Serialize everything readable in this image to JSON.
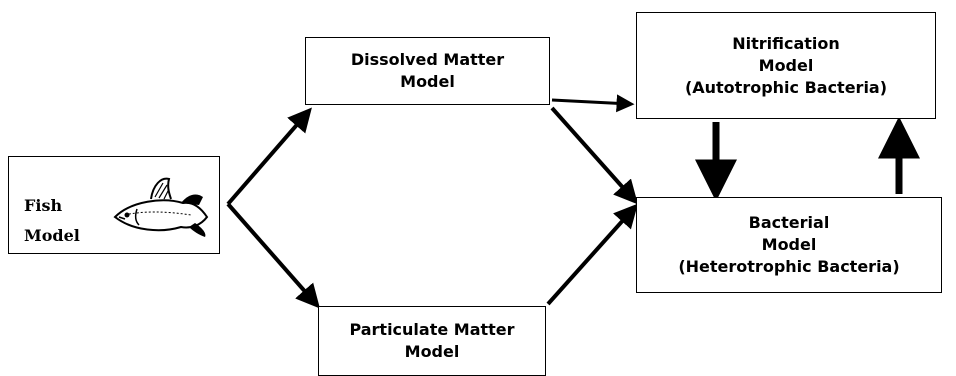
{
  "fish_model": {
    "line1": "Fish",
    "line2": "Model",
    "icon": "fish-icon"
  },
  "dissolved_model": {
    "line1": "Dissolved Matter",
    "line2": "Model"
  },
  "particulate_model": {
    "line1": "Particulate Matter",
    "line2": "Model"
  },
  "nitrification_model": {
    "line1": "Nitrification",
    "line2": "Model",
    "line3": "(Autotrophic Bacteria)"
  },
  "bacterial_model": {
    "line1": "Bacterial",
    "line2": "Model",
    "line3": "(Heterotrophic Bacteria)"
  },
  "colors": {
    "stroke": "#000000",
    "background": "#ffffff"
  }
}
